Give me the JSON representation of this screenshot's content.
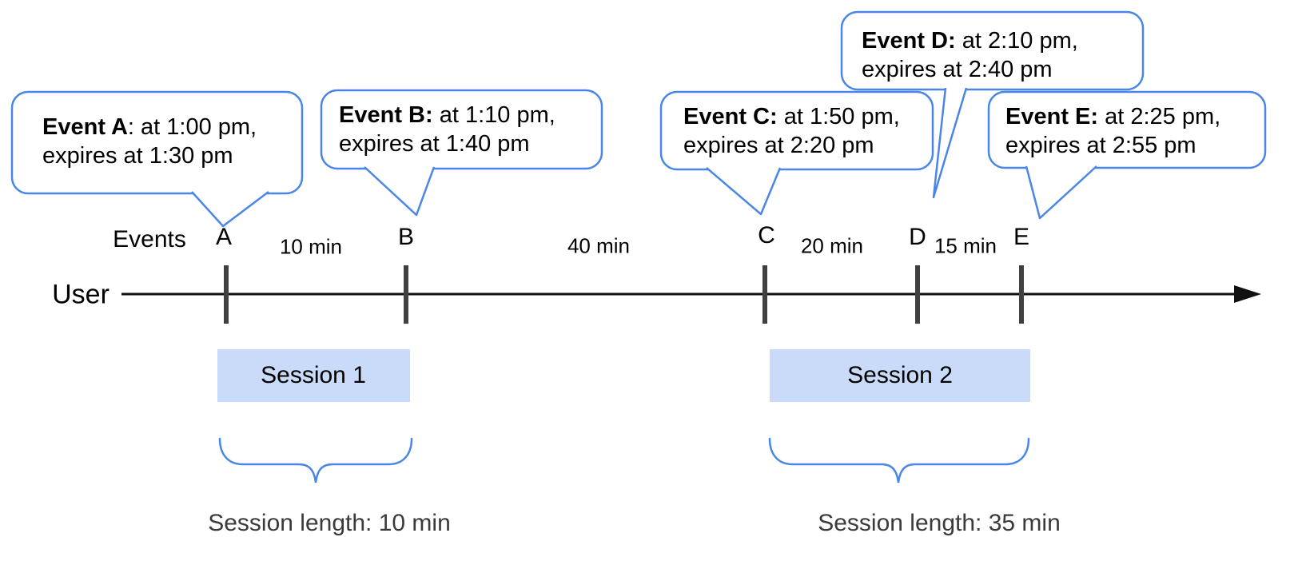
{
  "colors": {
    "accent_blue": "#4a86e8",
    "session_fill": "#c9dbf8",
    "tick_gray": "#404040",
    "axis_black": "#111111"
  },
  "callouts": [
    {
      "id": "A",
      "bold": "Event A",
      "rest": ": at 1:00 pm,",
      "line2": "expires at 1:30 pm"
    },
    {
      "id": "B",
      "bold": "Event B:",
      "rest": " at 1:10 pm,",
      "line2": "expires at 1:40 pm"
    },
    {
      "id": "C",
      "bold": "Event C:",
      "rest": " at 1:50 pm,",
      "line2": "expires at 2:20 pm"
    },
    {
      "id": "D",
      "bold": "Event D:",
      "rest": " at 2:10 pm,",
      "line2": "expires at 2:40 pm"
    },
    {
      "id": "E",
      "bold": "Event E:",
      "rest": " at 2:25 pm,",
      "line2": "expires at 2:55 pm"
    }
  ],
  "timeline": {
    "axis_label": "User",
    "events_label": "Events",
    "event_marks": [
      "A",
      "B",
      "C",
      "D",
      "E"
    ],
    "intervals": [
      "10 min",
      "40 min",
      "20 min",
      "15 min"
    ]
  },
  "sessions": [
    {
      "label": "Session 1",
      "length_label": "Session length: 10 min"
    },
    {
      "label": "Session 2",
      "length_label": "Session length: 35 min"
    }
  ]
}
